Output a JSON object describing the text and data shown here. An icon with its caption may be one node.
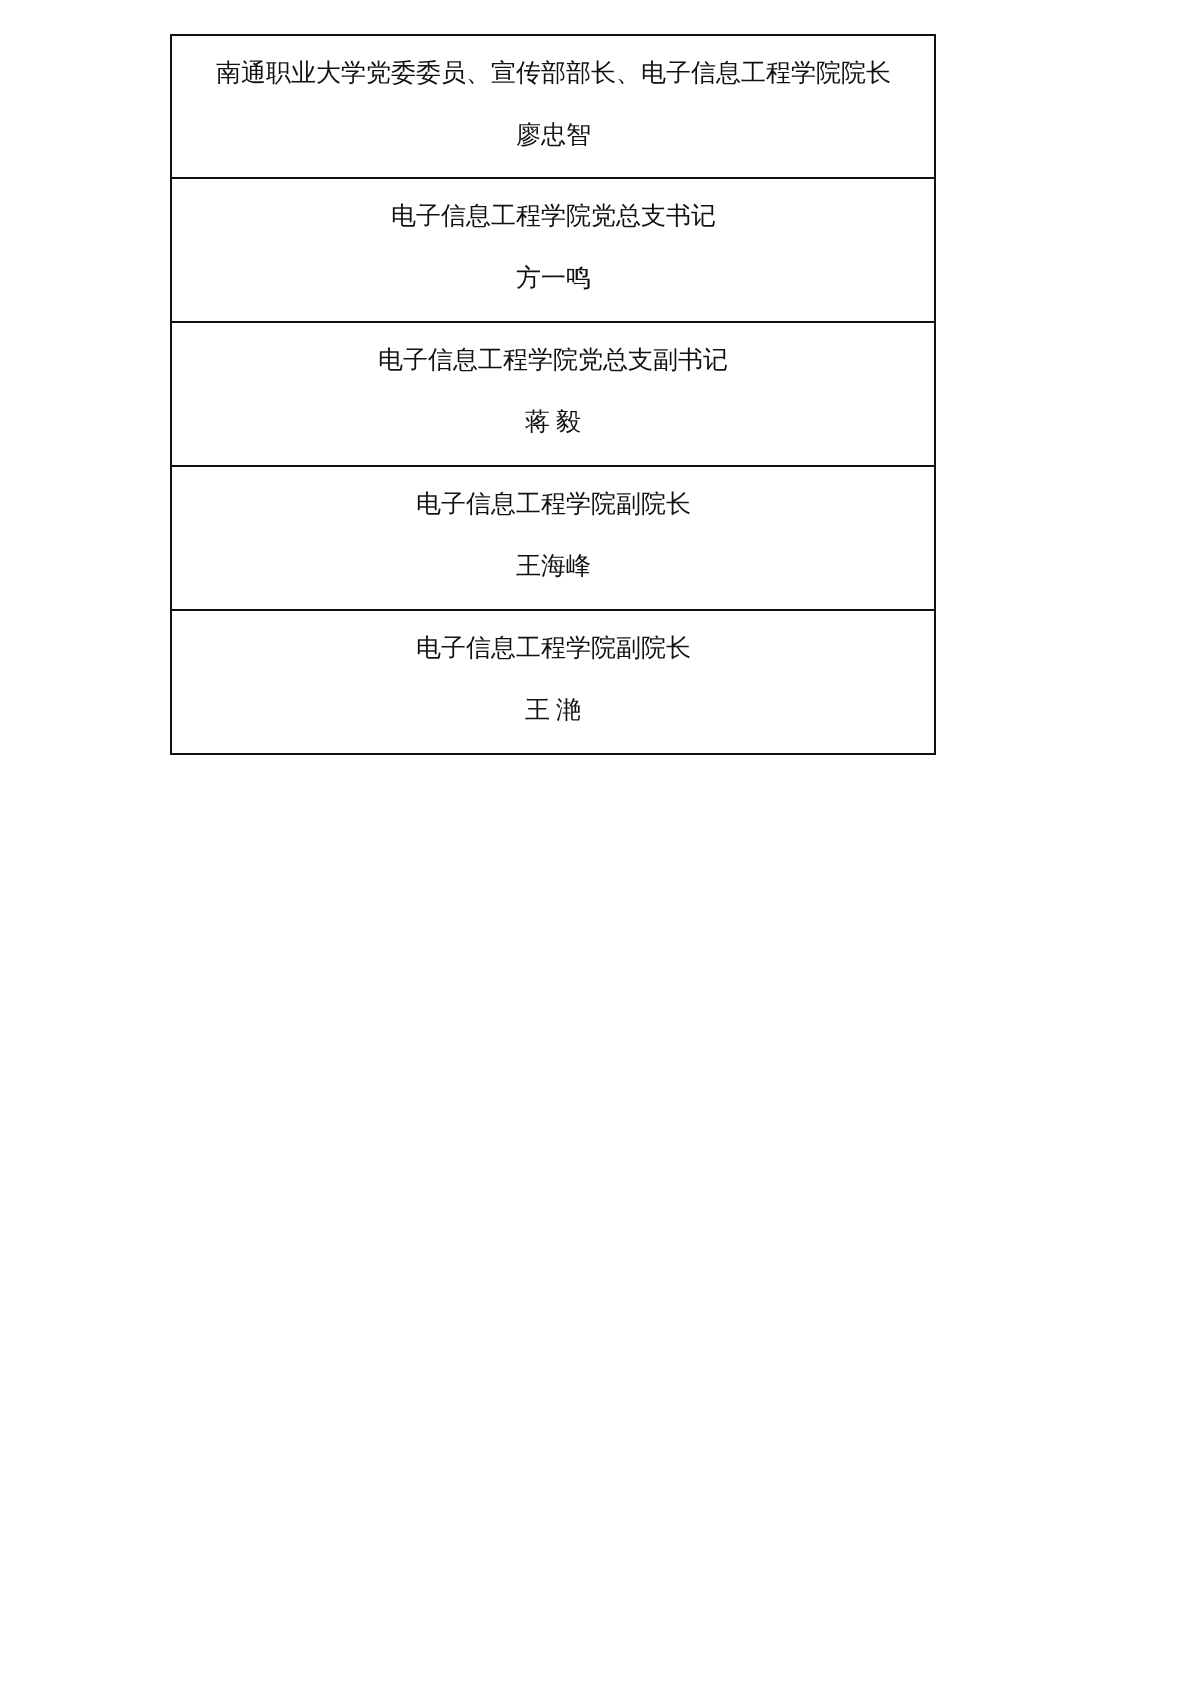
{
  "diagram": {
    "nodes": [
      {
        "text": [
          "南通职业大学党委委员、宣传部部长、电子信息工程学院院长",
          "廖忠智"
        ]
      },
      {
        "text": [
          "电子信息工程学院党总支书记",
          "方一鸣"
        ]
      },
      {
        "text": [
          "电子信息工程学院党总支副书记",
          "蒋 毅"
        ]
      },
      {
        "text": [
          "电子信息工程学院副院长",
          "王海峰"
        ]
      },
      {
        "text": [
          "电子信息工程学院副院长",
          "王 滟"
        ]
      }
    ]
  }
}
